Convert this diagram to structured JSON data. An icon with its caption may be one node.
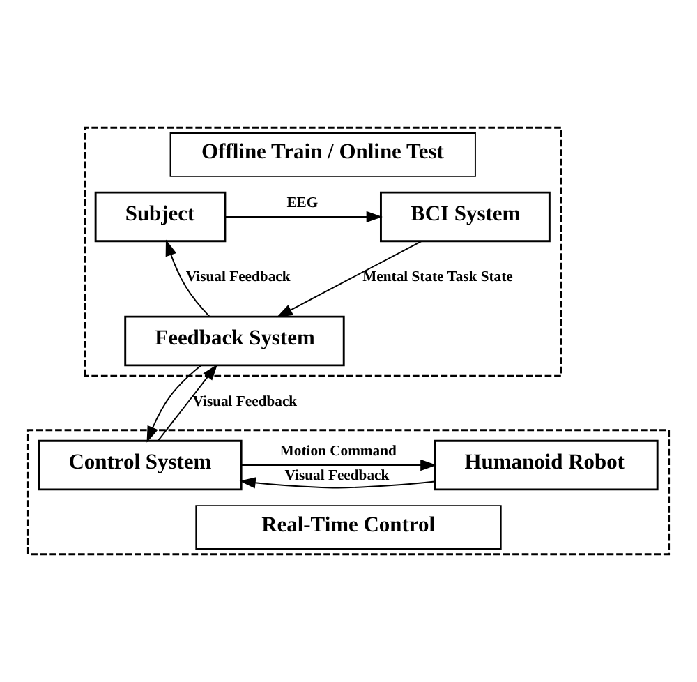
{
  "diagram": {
    "nodes": [
      {
        "text": [
          "Offline Train / Online Test"
        ]
      },
      {
        "text": [
          "Subject"
        ],
        "in": 0
      },
      {
        "text": [
          "BCI System"
        ],
        "in": 0
      },
      {
        "text": [
          "Feedback System"
        ],
        "in": 0
      },
      {
        "text": [
          "Real-Time Control"
        ]
      },
      {
        "text": [
          "Humanoid Robot"
        ],
        "in": 4
      },
      {
        "text": [
          "Control System"
        ],
        "in": 4
      }
    ],
    "edges": [
      {
        "from": 1,
        "to": 2,
        "arrow": "to",
        "label": "EEG"
      },
      {
        "from": 2,
        "to": 3,
        "arrow": "to",
        "label": "Mental State Task State"
      },
      {
        "from": 3,
        "to": 1,
        "arrow": "to",
        "label": "Visual Feedback"
      },
      {
        "from": 3,
        "to": 6,
        "arrow": "to"
      },
      {
        "from": 6,
        "to": 3,
        "arrow": "to",
        "label": "Visual Feedback"
      },
      {
        "from": 6,
        "to": 5,
        "arrow": "to",
        "label": "Motion Command"
      },
      {
        "from": 5,
        "to": 6,
        "arrow": "to",
        "label": "Visual Feedback"
      }
    ]
  }
}
